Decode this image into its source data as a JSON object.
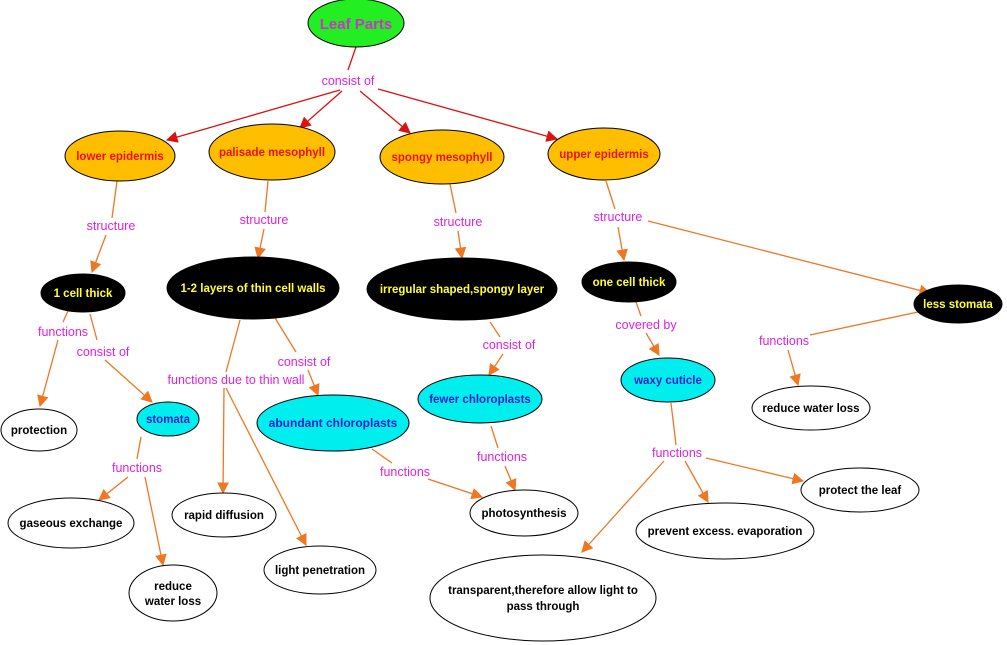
{
  "colors": {
    "root_fill": "#22ee22",
    "root_text": "#cc33cc",
    "orange_fill": "#ffbf00",
    "orange_text": "#ee1111",
    "black_fill": "#000000",
    "black_text": "#ffff33",
    "cyan_fill": "#00eeee",
    "cyan_text": "#2222cc",
    "white_fill": "#ffffff",
    "white_text": "#000000",
    "link_text": "#dd22dd",
    "red_arrow": "#dd1111",
    "orange_arrow": "#ee7722"
  },
  "nodes": {
    "root": "Leaf Parts",
    "lower_epidermis": "lower epidermis",
    "palisade_mesophyll": "palisade mesophyll",
    "spongy_mesophyll": "spongy mesophyll",
    "upper_epidermis": "upper epidermis",
    "one_cell_thick_lower": "1 cell thick",
    "thin_cell_walls": "1-2 layers of thin cell walls",
    "irregular_spongy": "irregular shaped,spongy layer",
    "one_cell_thick_upper": "one cell thick",
    "less_stomata": "less stomata",
    "protection": "protection",
    "stomata": "stomata",
    "abundant_chloroplasts": "abundant chloroplasts",
    "fewer_chloroplasts": "fewer chloroplasts",
    "waxy_cuticle": "waxy cuticle",
    "reduce_water_loss_upper": "reduce water loss",
    "gaseous_exchange": "gaseous exchange",
    "reduce_water_loss_lower_line1": "reduce",
    "reduce_water_loss_lower_line2": "water loss",
    "rapid_diffusion": "rapid diffusion",
    "light_penetration": "light penetration",
    "photosynthesis": "photosynthesis",
    "prevent_evaporation": "prevent excess. evaporation",
    "protect_leaf": "protect the leaf",
    "transparent_line1": "transparent,therefore allow light to",
    "transparent_line2": "pass through"
  },
  "links": {
    "consist_of_root": "consist of",
    "structure_lower": "structure",
    "structure_palisade": "structure",
    "structure_spongy": "structure",
    "structure_upper": "structure",
    "functions_cell_thick": "functions",
    "consist_of_cell_thick": "consist of",
    "functions_thin_wall": "functions due to thin wall",
    "consist_of_thin_wall": "consist of",
    "consist_of_spongy": "consist of",
    "covered_by": "covered by",
    "functions_less_stomata": "functions",
    "functions_stomata": "functions",
    "functions_abundant": "functions",
    "functions_fewer": "functions",
    "functions_waxy": "functions"
  }
}
